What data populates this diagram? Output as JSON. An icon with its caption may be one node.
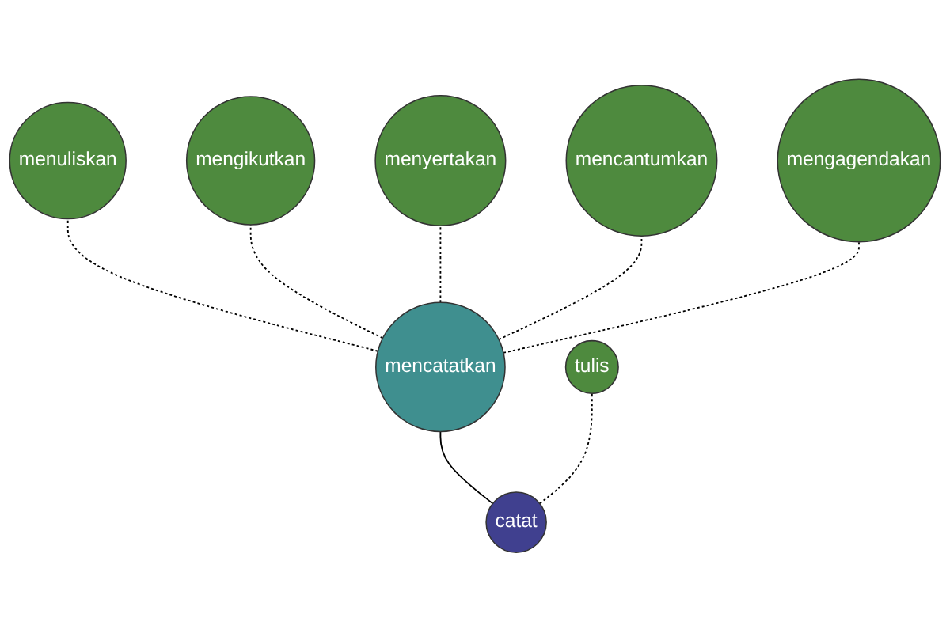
{
  "diagram": {
    "nodes": [
      {
        "text": [
          "menuliskan"
        ]
      },
      {
        "text": [
          "mengikutkan"
        ]
      },
      {
        "text": [
          "menyertakan"
        ]
      },
      {
        "text": [
          "mencantumkan"
        ]
      },
      {
        "text": [
          "mencatatkan"
        ]
      },
      {
        "text": [
          "mengagendakan"
        ]
      },
      {
        "text": [
          "catat"
        ]
      },
      {
        "text": [
          "tulis"
        ]
      }
    ],
    "edges": [
      {
        "from": 4,
        "to": 0,
        "arrow": "none",
        "style": "dashed"
      },
      {
        "from": 4,
        "to": 1,
        "arrow": "none",
        "style": "dashed"
      },
      {
        "from": 4,
        "to": 2,
        "arrow": "none",
        "style": "dashed"
      },
      {
        "from": 4,
        "to": 3,
        "arrow": "none",
        "style": "dashed"
      },
      {
        "from": 4,
        "to": 5,
        "arrow": "none",
        "style": "dashed"
      },
      {
        "from": 6,
        "to": 4,
        "arrow": "none"
      },
      {
        "from": 6,
        "to": 7,
        "arrow": "none",
        "style": "dashed"
      }
    ]
  }
}
